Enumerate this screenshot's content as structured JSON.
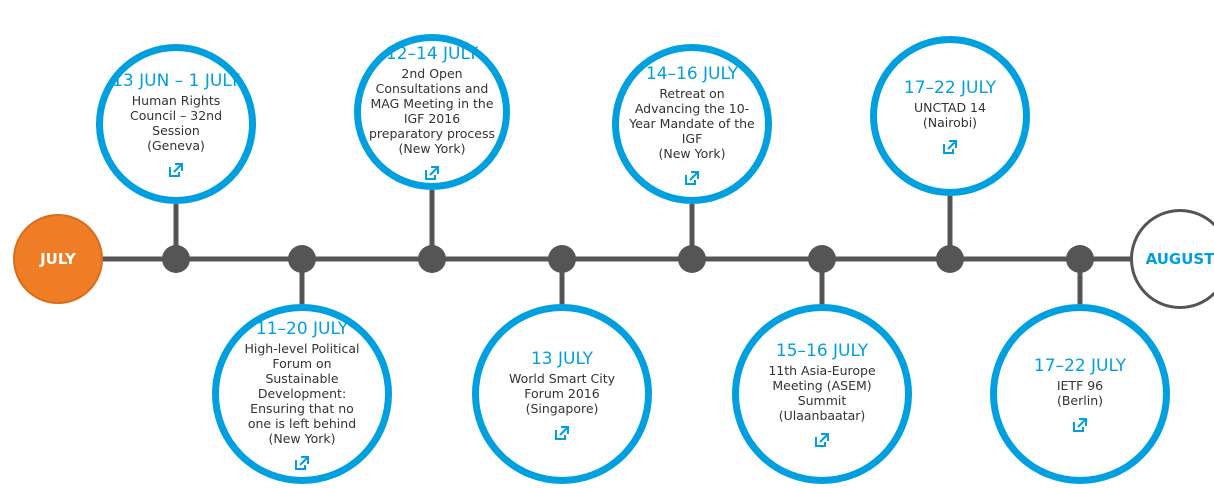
{
  "timeline": {
    "start_month": "JULY",
    "end_month": "AUGUST",
    "colors": {
      "accent": "#00a0e0",
      "start_month_fill": "#ee7d25",
      "line": "#555555",
      "text": "#333333"
    },
    "events": [
      {
        "date": "13 JUN – 1 JULY",
        "title": "Human Rights Council – 32nd Session",
        "place": "(Geneva)",
        "icon": "external-link-icon"
      },
      {
        "date": "11–20 JULY",
        "title": "High-level Political Forum on Sustainable Development: Ensuring that no one is left behind",
        "place": "(New York)",
        "icon": "external-link-icon"
      },
      {
        "date": "12–14 JULY",
        "title": "2nd Open Consultations and MAG Meeting in the IGF 2016 preparatory process (New York)",
        "place": "",
        "icon": "external-link-icon"
      },
      {
        "date": "13 JULY",
        "title": "World Smart City Forum 2016",
        "place": "(Singapore)",
        "icon": "external-link-icon"
      },
      {
        "date": "14–16 JULY",
        "title": "Retreat on Advancing the 10-Year Mandate of the IGF",
        "place": "(New York)",
        "icon": "external-link-icon"
      },
      {
        "date": "15–16 JULY",
        "title": "11th Asia-Europe Meeting (ASEM) Summit",
        "place": "(Ulaanbaatar)",
        "icon": "external-link-icon"
      },
      {
        "date": "17–22 JULY",
        "title": "UNCTAD 14",
        "place": "(Nairobi)",
        "icon": "external-link-icon"
      },
      {
        "date": "17–22 JULY",
        "title": "IETF 96",
        "place": "(Berlin)",
        "icon": "external-link-icon"
      }
    ]
  }
}
